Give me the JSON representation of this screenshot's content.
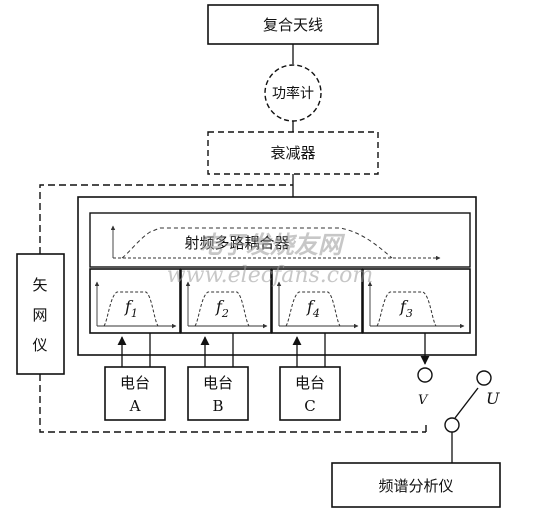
{
  "nodes": {
    "antenna": "复合天线",
    "power_meter": "功率计",
    "attenuator": "衰减器",
    "coupler": "射频多路耦合器",
    "vna": [
      "矢",
      "网",
      "仪"
    ],
    "spectrum": "频谱分析仪"
  },
  "filters": [
    {
      "name": "f",
      "sub": "1"
    },
    {
      "name": "f",
      "sub": "2"
    },
    {
      "name": "f",
      "sub": "4"
    },
    {
      "name": "f",
      "sub": "3"
    }
  ],
  "stations": [
    {
      "label": "电台",
      "id": "A"
    },
    {
      "label": "电台",
      "id": "B"
    },
    {
      "label": "电台",
      "id": "C"
    }
  ],
  "switch": {
    "v_label": "V",
    "u_label": "U"
  },
  "watermark": {
    "text": "电子发烧友网",
    "url": "www.elecfans.com"
  }
}
